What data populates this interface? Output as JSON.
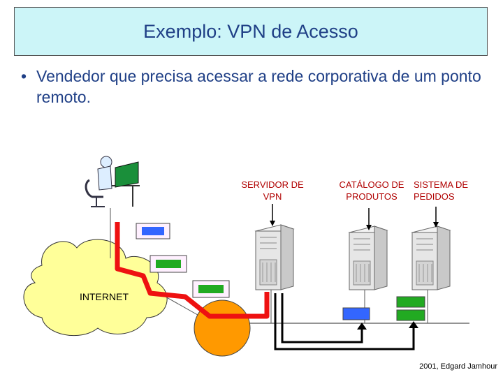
{
  "title": "Exemplo: VPN de Acesso",
  "bullet": {
    "marker": "•",
    "text": "Vendedor que precisa acessar a rede corporativa de um ponto remoto."
  },
  "labels": {
    "vpn_server": "SERVIDOR DE VPN",
    "catalog": "CATÁLOGO DE PRODUTOS",
    "orders": "SISTEMA DE PEDIDOS",
    "internet": "INTERNET"
  },
  "credit": "2001, Edgard Jamhour",
  "colors": {
    "title_bg": "#ccf5f8",
    "title_text": "#1f3f86",
    "label_text": "#b00000",
    "tunnel": "#ee1111",
    "cloud": "#ffff99",
    "router": "#ff9900",
    "packet_blue": "#3366ff",
    "packet_green": "#22aa22"
  }
}
